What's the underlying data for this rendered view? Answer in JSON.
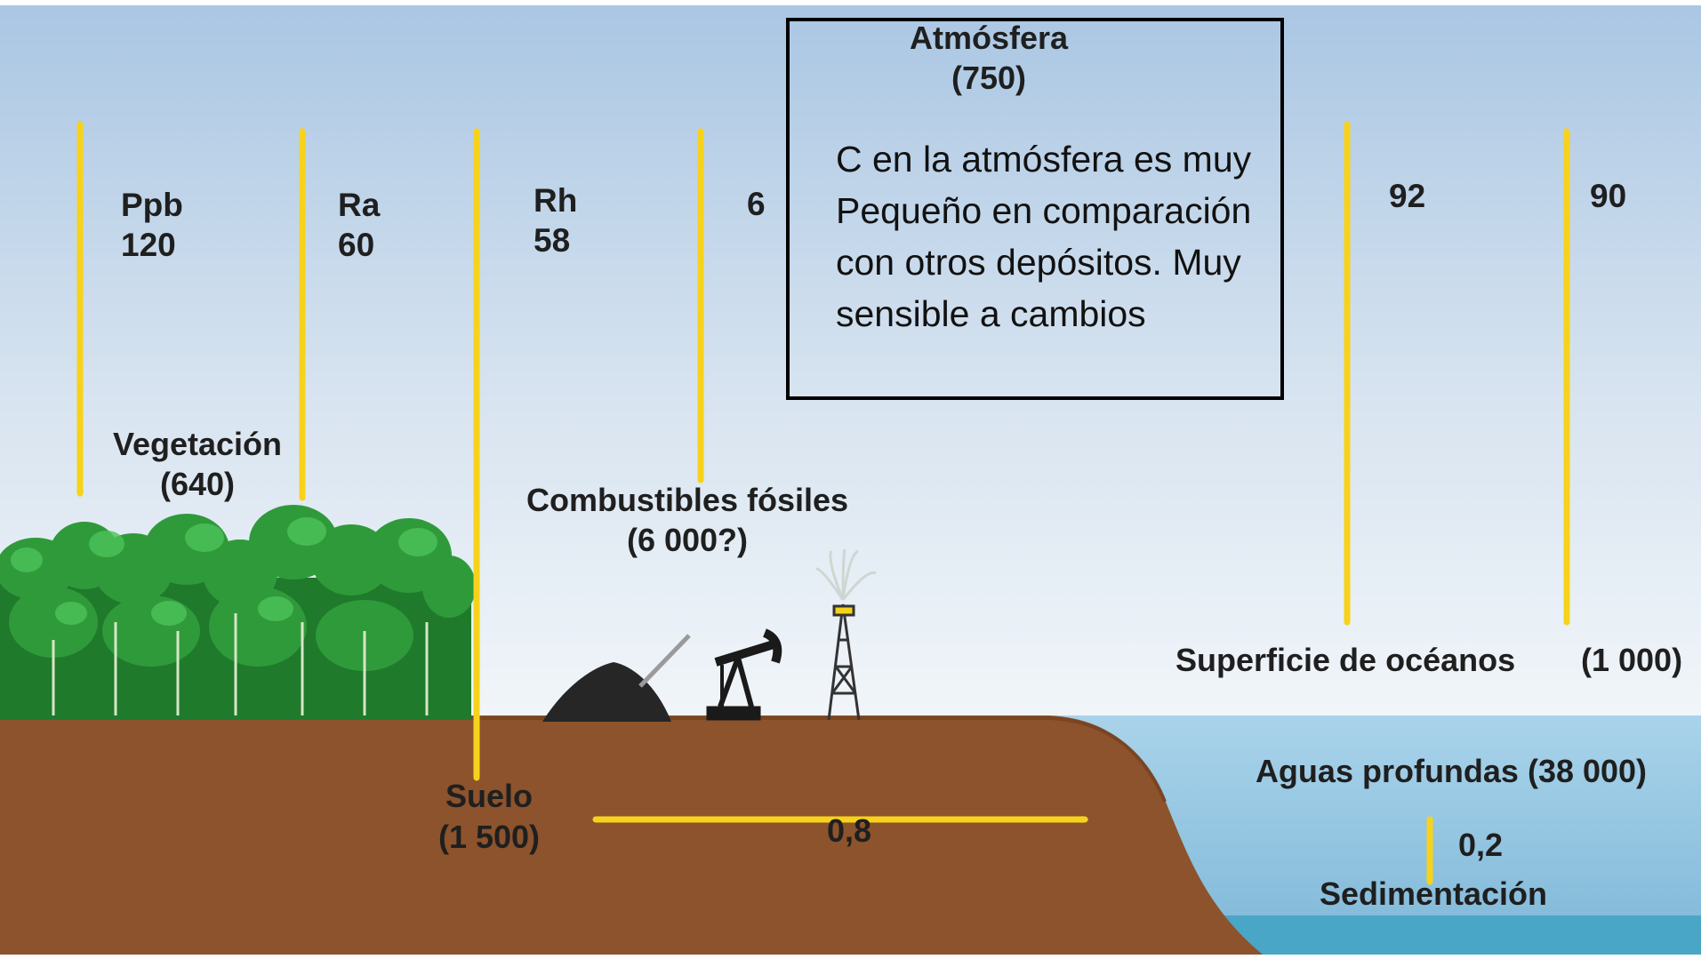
{
  "atmosphere": {
    "label": "Atmósfera",
    "value": "(750)"
  },
  "note": "C en la atmósfera es muy Pequeño en comparación con otros depósitos. Muy sensible a cambios",
  "fluxes": {
    "ppb": {
      "label": "Ppb",
      "value": "120"
    },
    "ra": {
      "label": "Ra",
      "value": "60"
    },
    "rh": {
      "label": "Rh",
      "value": "58"
    },
    "fossil": {
      "value": "6"
    },
    "ocean_in": {
      "value": "92"
    },
    "ocean_out": {
      "value": "90"
    },
    "soil_to_ocean": {
      "value": "0,8"
    },
    "sedimentation": {
      "value": "0,2"
    }
  },
  "reservoirs": {
    "vegetation": {
      "label": "Vegetación",
      "value": "(640)"
    },
    "fossil_fuels": {
      "label": "Combustibles fósiles",
      "value": "(6 000?)"
    },
    "soil": {
      "label": "Suelo",
      "value": "(1 500)"
    },
    "ocean_surface": {
      "label": "Superficie de océanos",
      "value": "(1 000)"
    },
    "deep_water": {
      "label": "Aguas profundas (38 000)"
    },
    "sediment": {
      "label": "Sedimentación"
    }
  },
  "colors": {
    "arrow": "#f7d21c",
    "sky_top": "#a9c6e3",
    "sky_bottom": "#eef3f8",
    "soil": "#8c532c",
    "ocean": "#9ccde6",
    "forest": "#2f9a3a"
  }
}
